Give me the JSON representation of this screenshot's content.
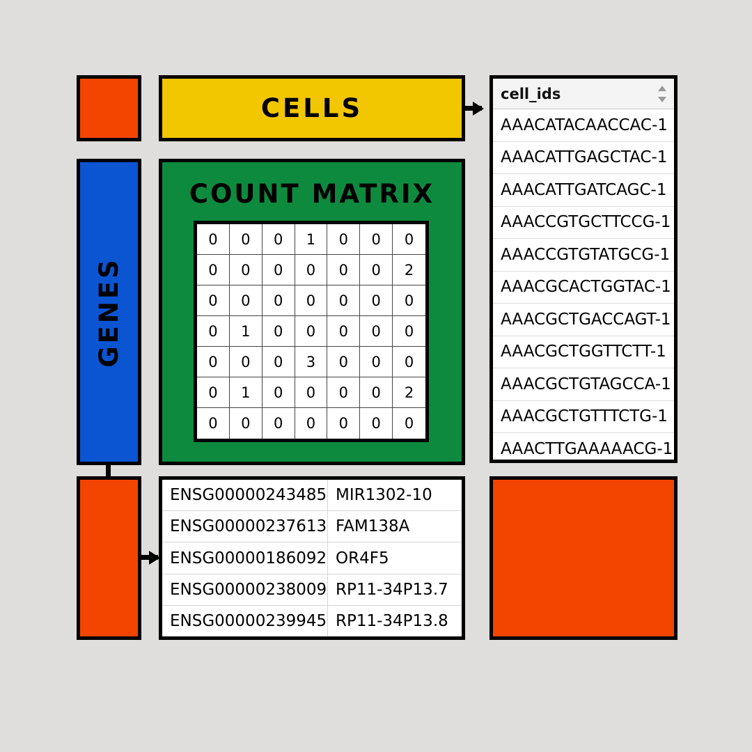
{
  "background_color": "#e0dedc",
  "palette": {
    "orange": "#f44500",
    "yellow": "#f2c700",
    "green": "#0e8a3e",
    "blue": "#0b55d3",
    "outline": "#000000"
  },
  "banners": {
    "cells_label": "CELLS",
    "genes_label": "GENES",
    "matrix_title": "COUNT MATRIX"
  },
  "cell_ids_panel": {
    "header": "cell_ids",
    "sort_icon": "sort-updown-icon",
    "rows": [
      "AAACATACAACCAC-1",
      "AAACATTGAGCTAC-1",
      "AAACATTGATCAGC-1",
      "AAACCGTGCTTCCG-1",
      "AAACCGTGTATGCG-1",
      "AAACGCACTGGTAC-1",
      "AAACGCTGACCAGT-1",
      "AAACGCTGGTTCTT-1",
      "AAACGCTGTAGCCA-1",
      "AAACGCTGTTTCTG-1",
      "AAACTTGAAAAACG-1"
    ]
  },
  "genes_table": {
    "rows": [
      {
        "ensembl_id": "ENSG00000243485",
        "symbol": "MIR1302-10"
      },
      {
        "ensembl_id": "ENSG00000237613",
        "symbol": "FAM138A"
      },
      {
        "ensembl_id": "ENSG00000186092",
        "symbol": "OR4F5"
      },
      {
        "ensembl_id": "ENSG00000238009",
        "symbol": "RP11-34P13.7"
      },
      {
        "ensembl_id": "ENSG00000239945",
        "symbol": "RP11-34P13.8"
      }
    ]
  },
  "chart_data": {
    "type": "heatmap",
    "title": "COUNT MATRIX",
    "xlabel": "CELLS",
    "ylabel": "GENES",
    "rows": 7,
    "cols": 7,
    "values": [
      [
        0,
        0,
        0,
        1,
        0,
        0,
        0
      ],
      [
        0,
        0,
        0,
        0,
        0,
        0,
        2
      ],
      [
        0,
        0,
        0,
        0,
        0,
        0,
        0
      ],
      [
        0,
        1,
        0,
        0,
        0,
        0,
        0
      ],
      [
        0,
        0,
        0,
        3,
        0,
        0,
        0
      ],
      [
        0,
        1,
        0,
        0,
        0,
        0,
        2
      ],
      [
        0,
        0,
        0,
        0,
        0,
        0,
        0
      ]
    ]
  },
  "arrows": [
    {
      "name": "cells-to-cellids",
      "from": "cells-banner",
      "to": "cell-ids-panel"
    },
    {
      "name": "genes-to-genetable",
      "from": "genes-legend-block",
      "to": "genes-table"
    }
  ]
}
